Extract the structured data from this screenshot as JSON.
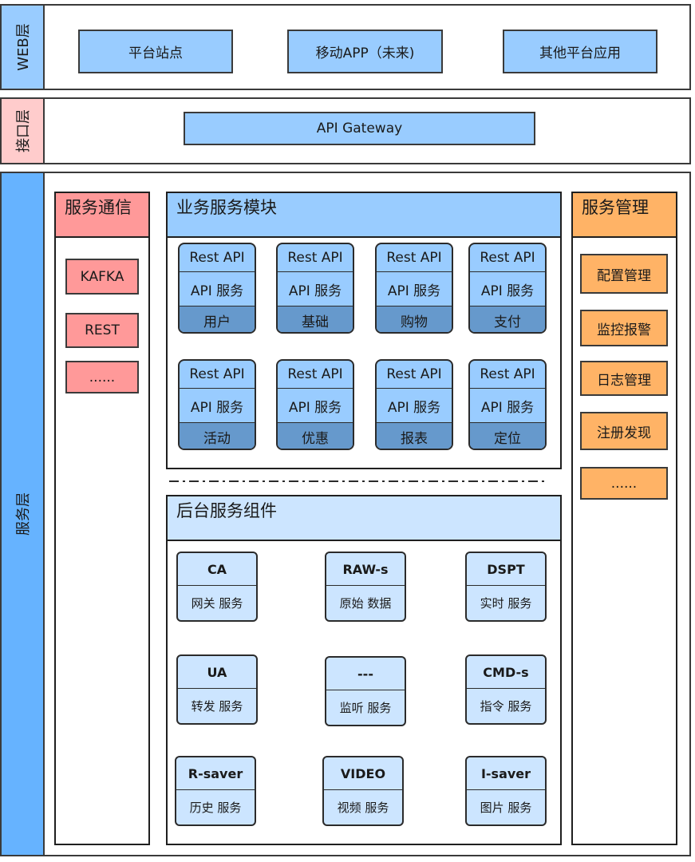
{
  "web_layer": {
    "label": "WEB层",
    "items": [
      "平台站点",
      "移动APP（未来)",
      "其他平台应用"
    ]
  },
  "api_layer": {
    "label": "接口层",
    "gateway": "API Gateway"
  },
  "service_layer": {
    "label": "服务层",
    "communication": {
      "title": "服务通信",
      "items": [
        "KAFKA",
        "REST",
        "......"
      ]
    },
    "business": {
      "title": "业务服务模块",
      "modules": [
        {
          "top": "Rest API",
          "middle": "API 服务",
          "bottom": "用户"
        },
        {
          "top": "Rest API",
          "middle": "API 服务",
          "bottom": "基础"
        },
        {
          "top": "Rest API",
          "middle": "API 服务",
          "bottom": "购物"
        },
        {
          "top": "Rest API",
          "middle": "API 服务",
          "bottom": "支付"
        },
        {
          "top": "Rest API",
          "middle": "API 服务",
          "bottom": "活动"
        },
        {
          "top": "Rest API",
          "middle": "API 服务",
          "bottom": "优惠"
        },
        {
          "top": "Rest API",
          "middle": "API 服务",
          "bottom": "报表"
        },
        {
          "top": "Rest API",
          "middle": "API 服务",
          "bottom": "定位"
        }
      ]
    },
    "backend": {
      "title": "后台服务组件",
      "components": [
        {
          "name": "CA",
          "desc": "网关 服务"
        },
        {
          "name": "RAW-s",
          "desc": "原始 数据"
        },
        {
          "name": "DSPT",
          "desc": "实时 服务"
        },
        {
          "name": "UA",
          "desc": "转发 服务"
        },
        {
          "name": "---",
          "desc": "监听 服务"
        },
        {
          "name": "CMD-s",
          "desc": "指令 服务"
        },
        {
          "name": "R-saver",
          "desc": "历史 服务"
        },
        {
          "name": "VIDEO",
          "desc": "视频 服务"
        },
        {
          "name": "I-saver",
          "desc": "图片 服务"
        }
      ]
    },
    "management": {
      "title": "服务管理",
      "items": [
        "配置管理",
        "监控报警",
        "日志管理",
        "注册发现",
        "......"
      ]
    }
  },
  "colors": {
    "web_label": "#99ccff",
    "api_label": "#ffcccc",
    "service_label": "#66b3ff",
    "blue_box": "#99ccff",
    "communication": "#ff9999",
    "management": "#ffb366",
    "business_head": "#99ccff",
    "backend_head": "#cce5ff",
    "module_bottom": "#6699cc",
    "component": "#cce5ff"
  }
}
